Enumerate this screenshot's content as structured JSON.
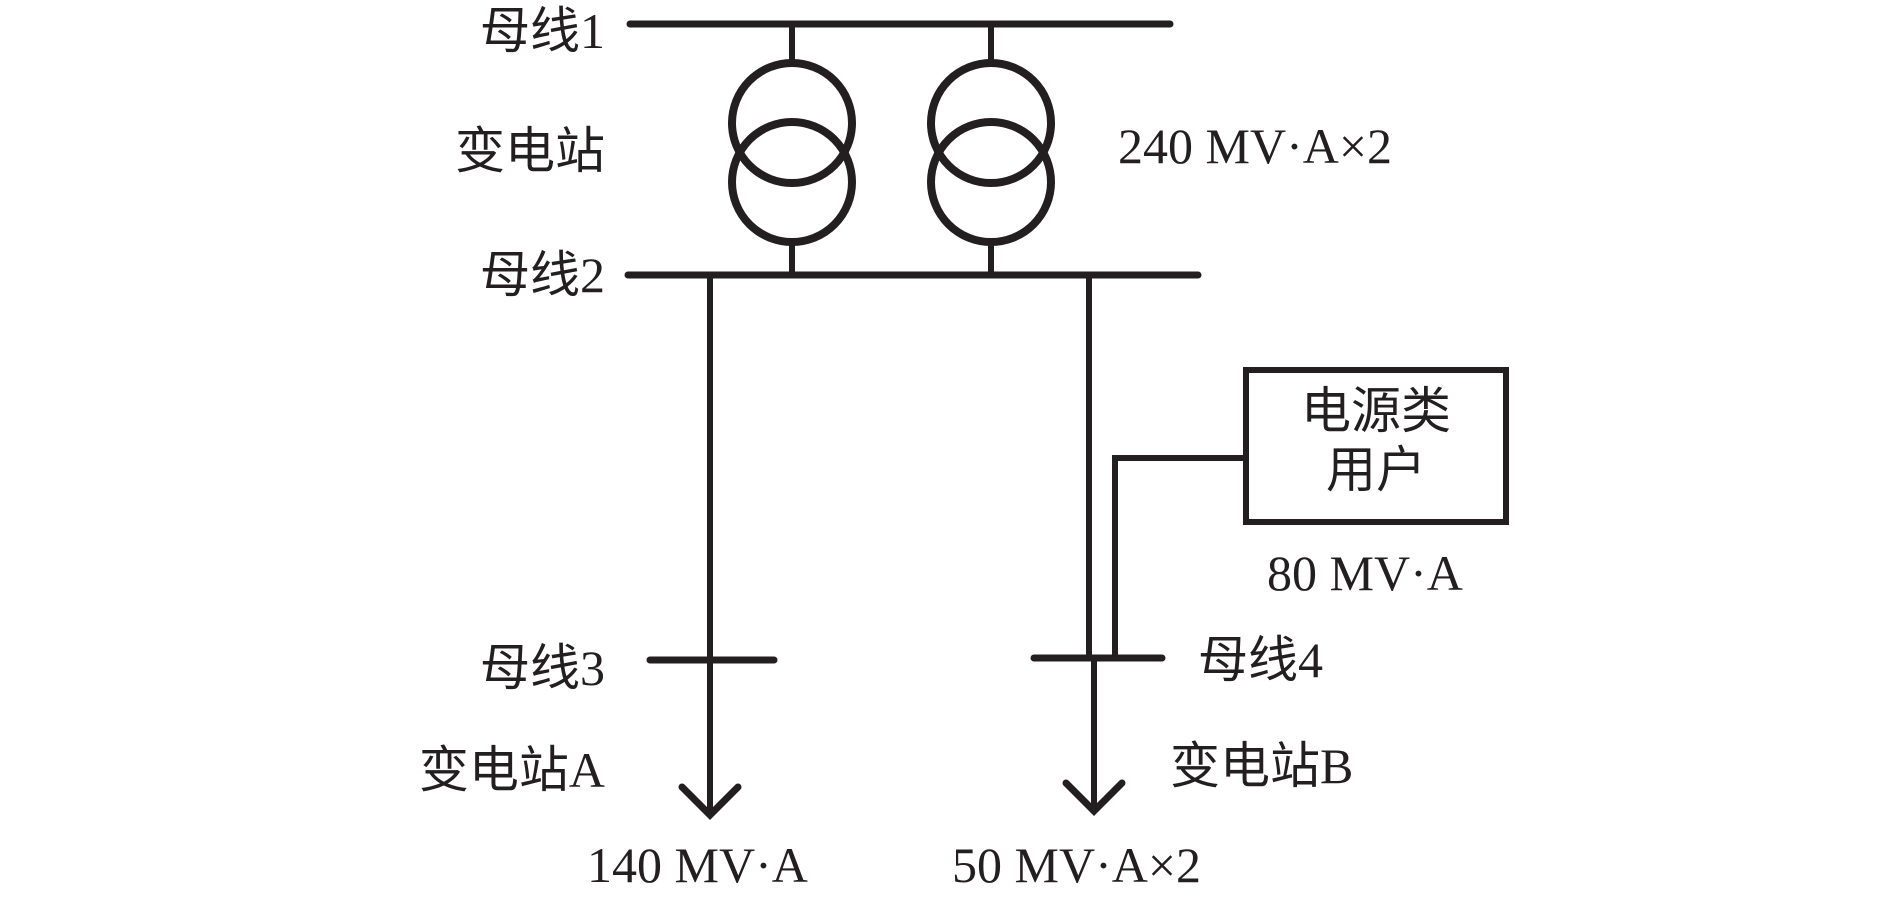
{
  "diagram": {
    "buses": [
      {
        "id": "bus1",
        "label": "母线1"
      },
      {
        "id": "bus2",
        "label": "母线2"
      },
      {
        "id": "bus3",
        "label": "母线3"
      },
      {
        "id": "bus4",
        "label": "母线4"
      }
    ],
    "substation": {
      "label": "变电站",
      "transformer_rating": "240 MV·A×2",
      "transformer_count": 2
    },
    "loads": [
      {
        "id": "substation-a",
        "label": "变电站A",
        "rating": "140 MV·A",
        "bus": "bus3"
      },
      {
        "id": "substation-b",
        "label": "变电站B",
        "rating": "50 MV·A×2",
        "bus": "bus4"
      }
    ],
    "power_user": {
      "label_line1": "电源类",
      "label_line2": "用户",
      "rating": "80 MV·A",
      "bus": "bus4"
    },
    "colors": {
      "line": "#231f20",
      "background": "#ffffff"
    }
  }
}
